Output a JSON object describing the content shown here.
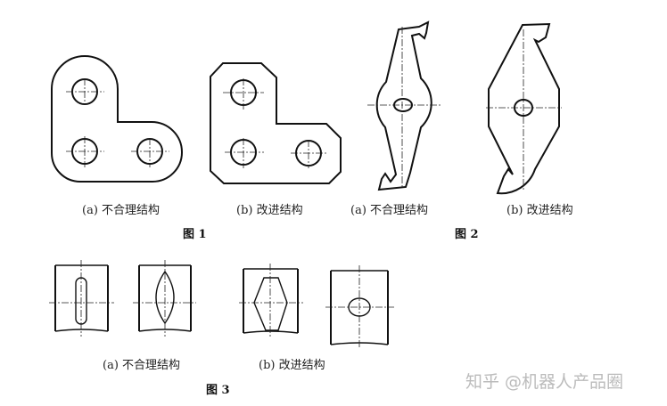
{
  "figures": [
    {
      "title": "图 1",
      "captions": [
        "(a) 不合理结构",
        "(b) 改进结构"
      ]
    },
    {
      "title": "图 2",
      "captions": [
        "(a) 不合理结构",
        "(b) 改进结构"
      ]
    },
    {
      "title": "图 3",
      "captions": [
        "(a) 不合理结构",
        "(b) 改进结构"
      ]
    }
  ],
  "watermark": "知乎 @机器人产品圈"
}
